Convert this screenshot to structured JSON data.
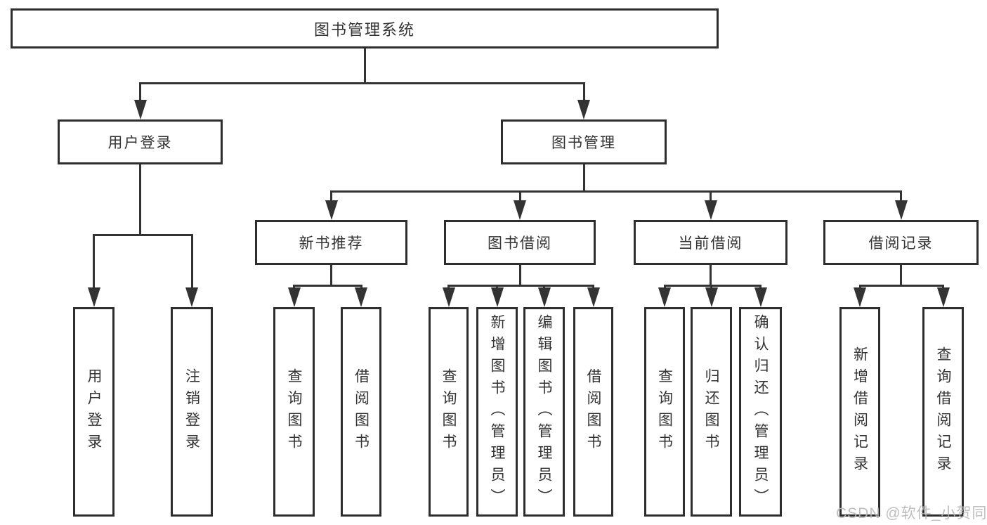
{
  "diagram": {
    "type": "tree",
    "title": "图书管理系统",
    "watermark": "CSDN @软件_小贺同学",
    "colors": {
      "background": "#ffffff",
      "line": "#333333",
      "box_border": "#2e2e2e",
      "box_fill": "#ffffff",
      "text": "#333333",
      "watermark": "#b7b7b7"
    },
    "nodes": [
      {
        "id": "root",
        "label": "图书管理系统",
        "level": 1
      },
      {
        "id": "user-login",
        "label": "用户登录",
        "level": 2
      },
      {
        "id": "book-mgmt",
        "label": "图书管理",
        "level": 2
      },
      {
        "id": "new-book-rec",
        "label": "新书推荐",
        "level": 3
      },
      {
        "id": "book-borrow",
        "label": "图书借阅",
        "level": 3
      },
      {
        "id": "current-borrow",
        "label": "当前借阅",
        "level": 3
      },
      {
        "id": "borrow-record",
        "label": "借阅记录",
        "level": 3
      },
      {
        "id": "leaf-user-login",
        "label": "用户登录",
        "level": 4
      },
      {
        "id": "leaf-logout",
        "label": "注销登录",
        "level": 4
      },
      {
        "id": "leaf-rec-search",
        "label": "查询图书",
        "level": 4
      },
      {
        "id": "leaf-rec-borrow",
        "label": "借阅图书",
        "level": 4
      },
      {
        "id": "leaf-bor-search",
        "label": "查询图书",
        "level": 4
      },
      {
        "id": "leaf-bor-add",
        "label": "新增图书（管理员）",
        "level": 4
      },
      {
        "id": "leaf-bor-edit",
        "label": "编辑图书（管理员）",
        "level": 4
      },
      {
        "id": "leaf-bor-borrow",
        "label": "借阅图书",
        "level": 4
      },
      {
        "id": "leaf-cur-search",
        "label": "查询图书",
        "level": 4
      },
      {
        "id": "leaf-cur-return",
        "label": "归还图书",
        "level": 4
      },
      {
        "id": "leaf-cur-confirm",
        "label": "确认归还（管理员）",
        "level": 4
      },
      {
        "id": "leaf-recd-add",
        "label": "新增借阅记录",
        "level": 4
      },
      {
        "id": "leaf-recd-search",
        "label": "查询借阅记录",
        "level": 4
      }
    ],
    "edges": [
      {
        "from": "root",
        "to": [
          "user-login",
          "book-mgmt"
        ]
      },
      {
        "from": "user-login",
        "to": [
          "leaf-user-login",
          "leaf-logout"
        ]
      },
      {
        "from": "book-mgmt",
        "to": [
          "new-book-rec",
          "book-borrow",
          "current-borrow",
          "borrow-record"
        ]
      },
      {
        "from": "new-book-rec",
        "to": [
          "leaf-rec-search",
          "leaf-rec-borrow"
        ]
      },
      {
        "from": "book-borrow",
        "to": [
          "leaf-bor-search",
          "leaf-bor-add",
          "leaf-bor-edit",
          "leaf-bor-borrow"
        ]
      },
      {
        "from": "current-borrow",
        "to": [
          "leaf-cur-search",
          "leaf-cur-return",
          "leaf-cur-confirm"
        ]
      },
      {
        "from": "borrow-record",
        "to": [
          "leaf-recd-add",
          "leaf-recd-search"
        ]
      }
    ]
  }
}
